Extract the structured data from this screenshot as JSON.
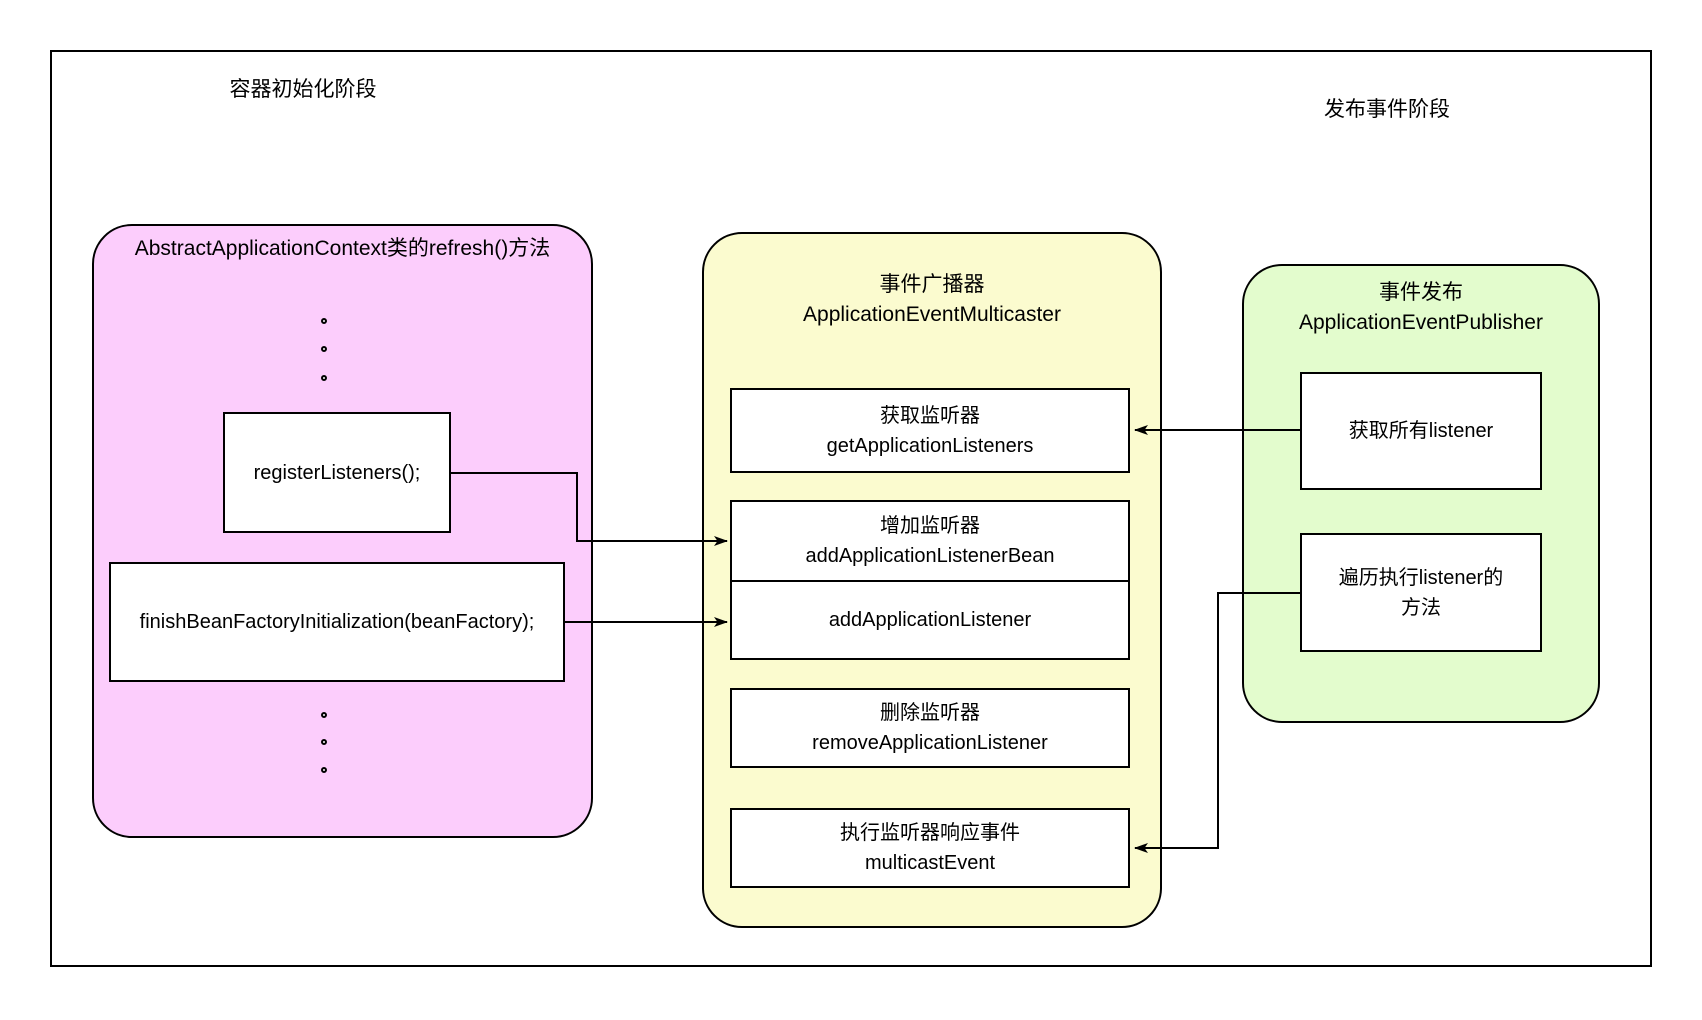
{
  "phase_titles": {
    "left": "容器初始化阶段",
    "right": "发布事件阶段"
  },
  "refresh_flow": {
    "title": "AbstractApplicationContext类的refresh()方法",
    "register_listeners": "registerListeners();",
    "finish_bean_factory": "finishBeanFactoryInitialization(beanFactory);"
  },
  "multicaster": {
    "title_zh": "事件广播器",
    "title_en": "ApplicationEventMulticaster",
    "get_listeners_zh": "获取监听器",
    "get_listeners_en": "getApplicationListeners",
    "add_listener_bean_zh": "增加监听器",
    "add_listener_bean_en": "addApplicationListenerBean",
    "add_listener": "addApplicationListener",
    "remove_listener_zh": "删除监听器",
    "remove_listener_en": "removeApplicationListener",
    "multicast_event_zh": "执行监听器响应事件",
    "multicast_event_en": "multicastEvent"
  },
  "publisher": {
    "title_zh": "事件发布",
    "title_en": "ApplicationEventPublisher",
    "get_all_listeners": "获取所有listener",
    "invoke_listeners_line1": "遍历执行listener的",
    "invoke_listeners_line2": "方法"
  },
  "colors": {
    "refresh_fill": "#fccdfc",
    "multicaster_fill": "#fbfbcf",
    "publisher_fill": "#e3fccd",
    "stroke": "#000000",
    "node_fill": "#ffffff"
  }
}
